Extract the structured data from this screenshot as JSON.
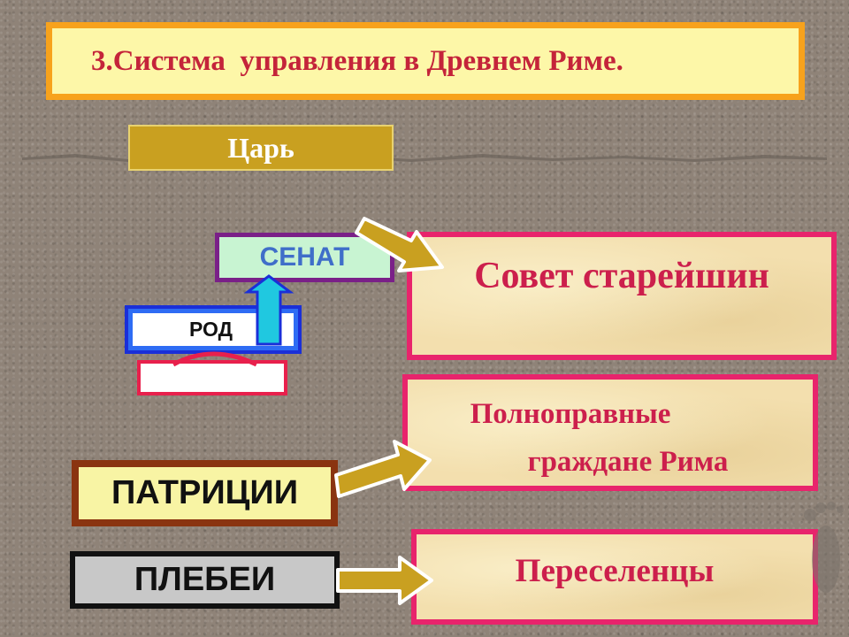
{
  "title": "3.Система  управления в Древнем Риме.",
  "tsar": "Царь",
  "senate": "СЕНАТ",
  "clan": "РОД",
  "patricians": "ПАТРИЦИИ",
  "plebeians": "ПЛЕБЕИ",
  "council": "Совет старейшин",
  "citizens": [
    "Полноправные",
    "граждане Рима"
  ],
  "settlers": "Переселенцы",
  "colors": {
    "title_text": "#c4243a",
    "title_border": "#f7a21c",
    "tsar_fill": "#c9a020",
    "senate_border": "#7a2088",
    "clan_border": "#1a2fd8",
    "box_border_pink": "#e8246c",
    "arrow_fill": "#c9a020",
    "up_arrow_fill": "#20c8e0"
  }
}
